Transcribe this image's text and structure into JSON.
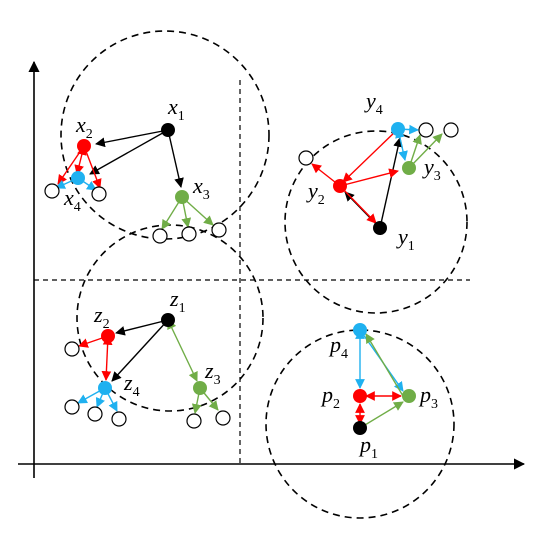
{
  "colors": {
    "black": "#000000",
    "red": "#ff0000",
    "blue": "#1fb1f0",
    "green": "#70ad47",
    "hollow_fill": "#ffffff"
  },
  "clusters": [
    {
      "name": "x",
      "labels": [
        {
          "letter": "x",
          "index": "1"
        },
        {
          "letter": "x",
          "index": "2"
        },
        {
          "letter": "x",
          "index": "3"
        },
        {
          "letter": "x",
          "index": "4"
        }
      ]
    },
    {
      "name": "y",
      "labels": [
        {
          "letter": "y",
          "index": "1"
        },
        {
          "letter": "y",
          "index": "2"
        },
        {
          "letter": "y",
          "index": "3"
        },
        {
          "letter": "y",
          "index": "4"
        }
      ]
    },
    {
      "name": "z",
      "labels": [
        {
          "letter": "z",
          "index": "1"
        },
        {
          "letter": "z",
          "index": "2"
        },
        {
          "letter": "z",
          "index": "3"
        },
        {
          "letter": "z",
          "index": "4"
        }
      ]
    },
    {
      "name": "p",
      "labels": [
        {
          "letter": "p",
          "index": "1"
        },
        {
          "letter": "p",
          "index": "2"
        },
        {
          "letter": "p",
          "index": "3"
        },
        {
          "letter": "p",
          "index": "4"
        }
      ]
    }
  ]
}
